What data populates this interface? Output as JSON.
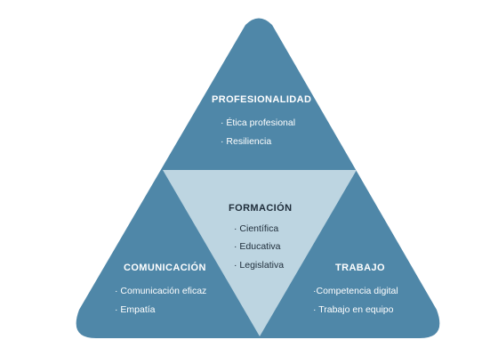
{
  "diagram": {
    "colors": {
      "outer": "#4f87a8",
      "inner": "#bdd5e1",
      "text_light": "#ffffff",
      "text_dark": "#1f2d3a"
    },
    "top": {
      "title": "PROFESIONALIDAD",
      "items": [
        "· Ética profesional",
        "· Resiliencia"
      ]
    },
    "center": {
      "title": "FORMACIÓN",
      "items": [
        "· Científica",
        "· Educativa",
        "· Legislativa"
      ]
    },
    "left": {
      "title": "COMUNICACIÓN",
      "items": [
        "· Comunicación eficaz",
        "· Empatía"
      ]
    },
    "right": {
      "title": "TRABAJO",
      "items": [
        "·Competencia digital",
        "· Trabajo en equipo"
      ]
    }
  }
}
